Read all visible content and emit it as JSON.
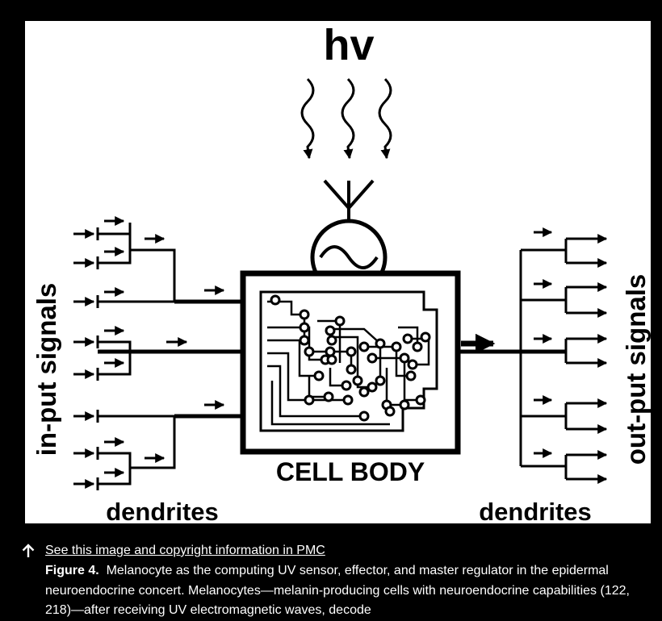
{
  "figure": {
    "labels": {
      "photon": "hv",
      "left_side": "in-put signals",
      "right_side": "out-put signals",
      "center": "CELL BODY",
      "left_bottom": "dendrites",
      "right_bottom": "dendrites"
    }
  },
  "caption": {
    "link_text": "See this image and copyright information in PMC",
    "figure_label": "Figure 4.",
    "text": "Melanocyte as the computing UV sensor, effector, and master regulator in the epidermal neuroendocrine concert. Melanocytes—melanin-producing cells with neuroendocrine capabilities (122, 218)—after receiving UV electromagnetic waves, decode"
  },
  "icons": {
    "link": "up-arrow-icon"
  },
  "colors": {
    "background": "#000000",
    "figure_bg": "#ffffff",
    "text": "#ffffff"
  }
}
